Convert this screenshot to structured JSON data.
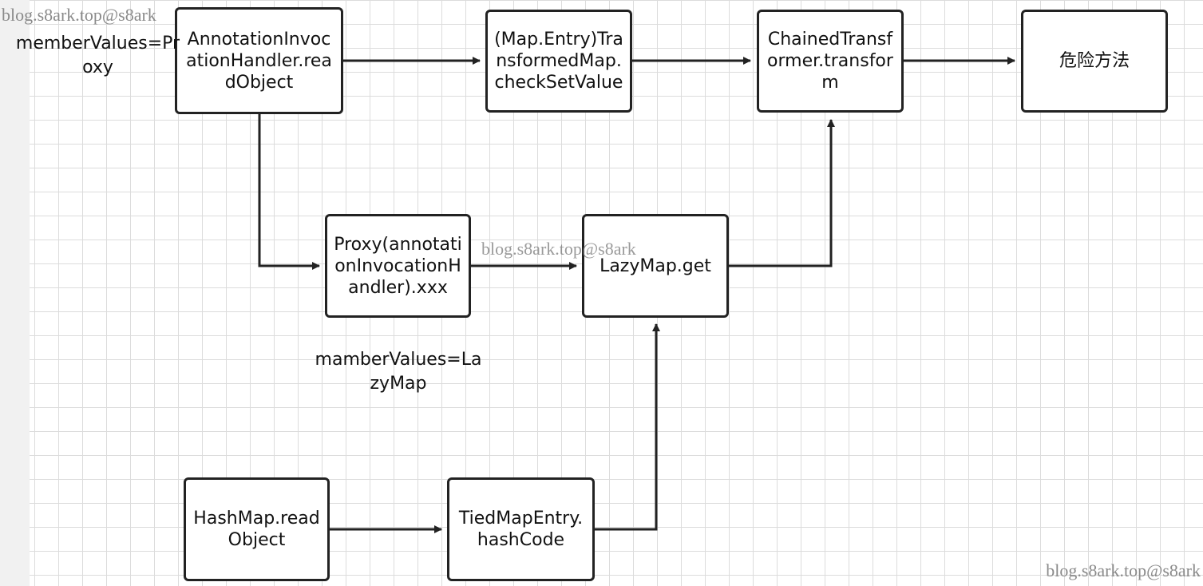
{
  "diagram": {
    "nodes": {
      "annotation_readobject": "AnnotationInvocationHandler.readObject",
      "transformed_map": "(Map.Entry)TransformedMap.checkSetValue",
      "chained_transformer": "ChainedTransformer.transform",
      "dangerous_method": "危险方法",
      "proxy": "Proxy(annotationInvocationHandler).xxx",
      "lazymap_get": "LazyMap.get",
      "hashmap_readobject": "HashMap.readObject",
      "tiedmapentry": "TiedMapEntry.hashCode"
    },
    "notes": {
      "member_values_proxy": "memberValues=Proxy",
      "member_values_lazymap": "mamberValues=LazyMap"
    },
    "edges": [
      {
        "from": "AnnotationInvocationHandler.readObject",
        "to": "(Map.Entry)TransformedMap.checkSetValue"
      },
      {
        "from": "(Map.Entry)TransformedMap.checkSetValue",
        "to": "ChainedTransformer.transform"
      },
      {
        "from": "ChainedTransformer.transform",
        "to": "危险方法"
      },
      {
        "from": "AnnotationInvocationHandler.readObject",
        "to": "Proxy(annotationInvocationHandler).xxx"
      },
      {
        "from": "Proxy(annotationInvocationHandler).xxx",
        "to": "LazyMap.get"
      },
      {
        "from": "LazyMap.get",
        "to": "ChainedTransformer.transform"
      },
      {
        "from": "HashMap.readObject",
        "to": "TiedMapEntry.hashCode"
      },
      {
        "from": "TiedMapEntry.hashCode",
        "to": "LazyMap.get"
      }
    ]
  },
  "watermarks": {
    "top_left": "blog.s8ark.top@s8ark",
    "center": "blog.s8ark.top@s8ark",
    "bottom_right": "blog.s8ark.top@s8ark"
  }
}
